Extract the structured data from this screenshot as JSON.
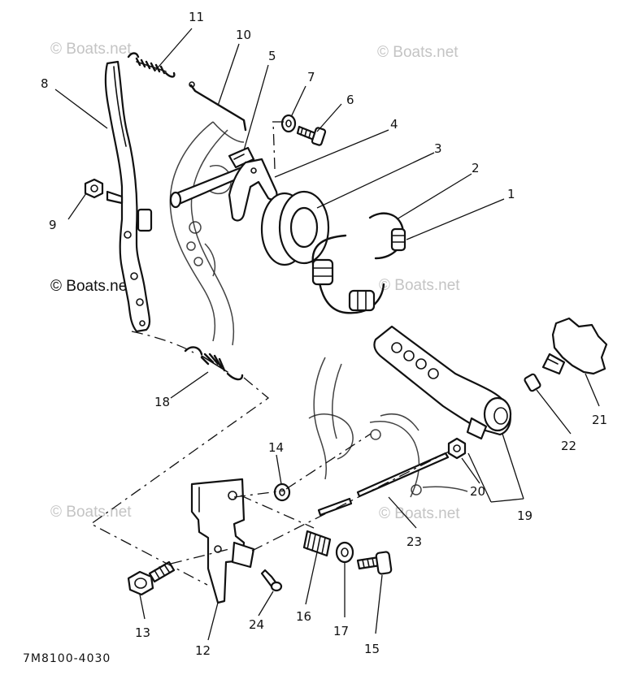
{
  "callouts": {
    "n1": "1",
    "n2": "2",
    "n3": "3",
    "n4": "4",
    "n5": "5",
    "n6": "6",
    "n7": "7",
    "n8": "8",
    "n9": "9",
    "n10": "10",
    "n11": "11",
    "n12": "12",
    "n13": "13",
    "n14": "14",
    "n15": "15",
    "n16": "16",
    "n17": "17",
    "n18": "18",
    "n19": "19",
    "n20": "20",
    "n21": "21",
    "n22": "22",
    "n23": "23",
    "n24": "24"
  },
  "diagram_code": "7M8100-4030",
  "watermarks": {
    "w1": "© Boats.net",
    "w2": "© Boats.net",
    "w3": "© Boats.net",
    "w4": "© Boats.net",
    "w5": "© Boats.net",
    "w6": "© Boats.net"
  }
}
